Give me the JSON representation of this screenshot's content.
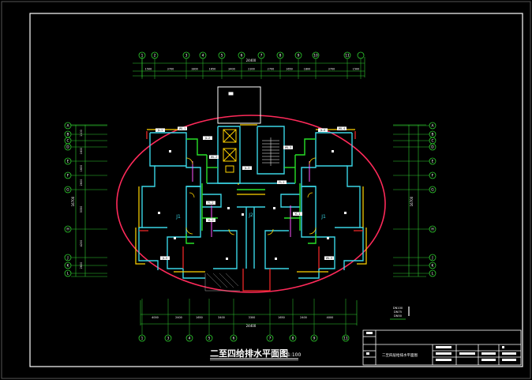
{
  "drawing": {
    "title": "二至四给排水平面图",
    "scale": "1:100",
    "total_dim_top": "24400",
    "total_dim_bottom": "24400",
    "side_dim_left": "16700",
    "side_dim_right": "16700"
  },
  "top_axes": [
    "1",
    "2",
    "3",
    "4",
    "5",
    "6",
    "7",
    "8",
    "9",
    "10",
    "11"
  ],
  "top_dims": [
    "1500",
    "3700",
    "1800",
    "1650",
    "3400",
    "2300",
    "2700",
    "1650",
    "1800",
    "3700",
    "1500"
  ],
  "bottom_axes": [
    "1",
    "3",
    "4",
    "5",
    "6",
    "7",
    "8",
    "9",
    "11"
  ],
  "bottom_dims": [
    "4000",
    "2400",
    "1650",
    "3400",
    "3300",
    "1650",
    "2400",
    "4000"
  ],
  "left_axes": [
    "A",
    "B",
    "C",
    "D",
    "E",
    "F",
    "G",
    "H",
    "J",
    "K",
    "L"
  ],
  "right_axes": [
    "A",
    "B",
    "C",
    "D",
    "E",
    "F",
    "G",
    "H",
    "J",
    "K",
    "L"
  ],
  "left_dims": [
    "1100",
    "1600",
    "1600",
    "2600",
    "3050",
    "4200",
    "2600"
  ],
  "units": [
    "J1",
    "J2",
    "J1"
  ],
  "pipe_labels": [
    "JL-1",
    "WL-1",
    "JL-2",
    "WL-2",
    "JL-3",
    "WL-3",
    "JL-4",
    "WL-4",
    "FL-1",
    "FL-2",
    "YL-1",
    "YL-2",
    "JL-5",
    "WL-5"
  ],
  "legend": {
    "lines": [
      "DN100",
      "DN75",
      "DN50"
    ]
  },
  "title_block": {
    "drawing_name": "二至四层给排水平面图"
  }
}
